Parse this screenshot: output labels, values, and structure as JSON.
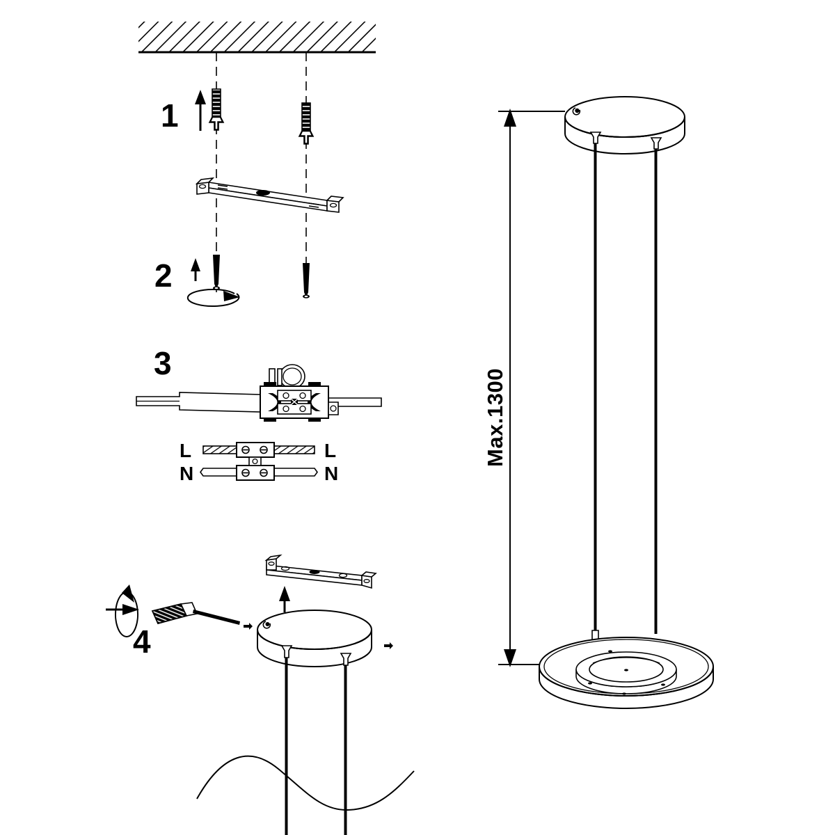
{
  "document": {
    "kind": "installation-instruction-diagram",
    "product": "ceiling pendant lamp",
    "background_color": "#ffffff",
    "line_color": "#000000"
  },
  "steps": [
    {
      "number": "1",
      "name": "insert-wall-plugs",
      "elements": [
        "ceiling-hatch",
        "wall-plug-left",
        "wall-plug-right",
        "alignment-line-left",
        "alignment-line-right",
        "up-arrow",
        "mounting-bracket"
      ]
    },
    {
      "number": "2",
      "name": "screw-bracket-to-ceiling",
      "elements": [
        "screw-left",
        "screw-right",
        "up-arrow",
        "rotation-arrow"
      ]
    },
    {
      "number": "3",
      "name": "connect-wiring",
      "elements": [
        "terminal-connector-box",
        "wire-left",
        "wire-right",
        "wiring-schematic"
      ]
    },
    {
      "number": "4",
      "name": "fix-canopy-with-screwdriver",
      "elements": [
        "screwdriver",
        "rotation-arrow",
        "mounting-bracket",
        "up-arrow",
        "ceiling-canopy",
        "set-screw-left",
        "set-screw-right",
        "suspension-cable-left",
        "suspension-cable-right",
        "break-line"
      ]
    }
  ],
  "wiring": {
    "left_labels": [
      "L",
      "N"
    ],
    "right_labels": [
      "L",
      "N"
    ],
    "live_line_style": "hatched",
    "neutral_line_style": "plain",
    "terminals_per_block": 2
  },
  "dimension": {
    "label": "Max.1300",
    "unit_implied": "mm",
    "orientation": "vertical",
    "from": "canopy-top",
    "to": "lamp-top-surface",
    "arrow_style": "double-ended"
  },
  "assembly": {
    "canopy": {
      "name": "ceiling-canopy",
      "shape": "cylinder-disc"
    },
    "lamp": {
      "name": "pendant-lamp-disc",
      "shape": "round-flat-disc-with-inner-ring"
    },
    "cables": {
      "count": 2,
      "name": "suspension-cable"
    },
    "bracket": {
      "name": "mounting-bracket",
      "holes": 3
    }
  }
}
